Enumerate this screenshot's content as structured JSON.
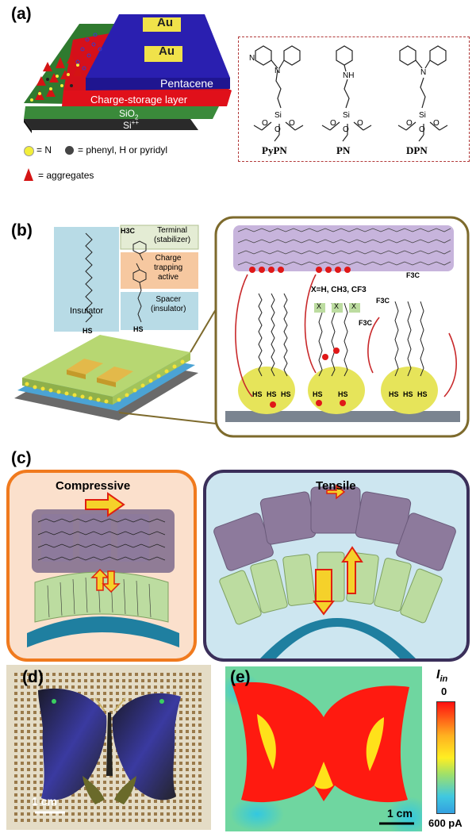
{
  "panels": {
    "a": "(a)",
    "b": "(b)",
    "c": "(c)",
    "d": "(d)",
    "e": "(e)"
  },
  "panel_a": {
    "au_top": "Au",
    "au_bottom": "Au",
    "pentacene": "Pentacene",
    "charge_storage": "Charge-storage layer",
    "sio2": "SiO",
    "sio2_sub": "2",
    "si": "Si",
    "si_sup": "++",
    "legend_n": "= N",
    "legend_phenyl": "= phenyl, H or pyridyl",
    "legend_aggregates": "= aggregates",
    "molecules": [
      "PyPN",
      "PN",
      "DPN"
    ],
    "nh": "NH",
    "atom_n": "N",
    "atom_si": "Si",
    "atom_o": "O",
    "colors": {
      "pentacene": "#2a1fb0",
      "charge_storage": "#e0101a",
      "sio2": "#3a8a3a",
      "si": "#2a2a2a",
      "aggregate": "#d41414",
      "n_dot": "#f2ee3a"
    }
  },
  "panel_b": {
    "insulator": "Insulator",
    "terminal": "Terminal\n(stabilizer)",
    "charge_trap": "Charge\ntrapping\nactive",
    "spacer": "Spacer\n(insulator)",
    "hs": "HS",
    "h3c": "H3C",
    "xlabel": "X=H, CH3, CF3",
    "x": "X",
    "f3c": "F3C",
    "colors": {
      "substrate_green": "#b7d772",
      "gold": "#e3b94a",
      "molecule_pink": "#f08a1e",
      "box_border": "#7d6a2c",
      "pentacene_band": "#c7b4dc",
      "au_ball": "#e6e45a"
    }
  },
  "panel_c": {
    "compressive": "Compressive",
    "tensile": "Tensile",
    "colors": {
      "compressive_bg": "#fbe0cc",
      "compressive_border": "#f07a1e",
      "tensile_bg": "#cde6f0",
      "tensile_border": "#3a2f5a",
      "arrow_fill": "#f5d12a",
      "arrow_edge": "#e02010"
    }
  },
  "panel_d": {
    "scale": "1 cm"
  },
  "panel_e": {
    "scale": "1 cm",
    "colorbar_label": "I",
    "colorbar_sub": "in",
    "colorbar_top": "0",
    "colorbar_bottom": "600 pA"
  }
}
